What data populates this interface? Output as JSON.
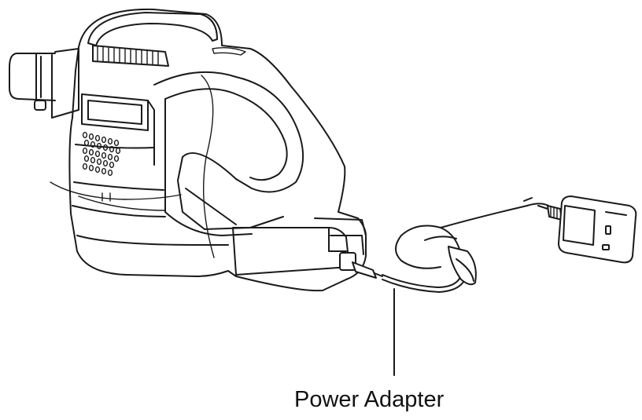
{
  "callout": {
    "label": "Power Adapter"
  },
  "colors": {
    "line": "#1a1a1a",
    "background": "#ffffff"
  },
  "icons": [
    "vacuum-body-illustration",
    "charging-cable",
    "wall-plug-adapter"
  ]
}
